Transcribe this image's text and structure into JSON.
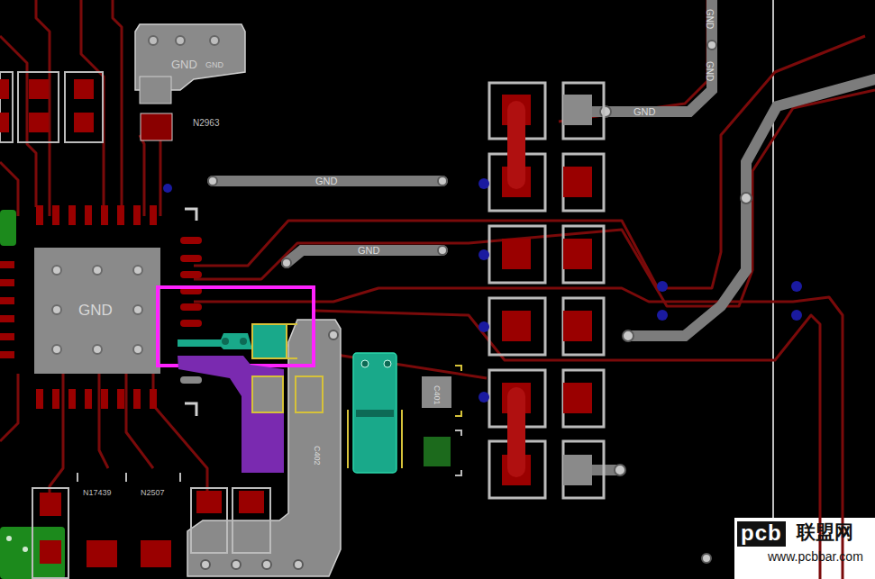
{
  "diagram": {
    "labels": [
      "GND",
      "GND",
      "N2963",
      "GND",
      "GND",
      "GND",
      "GND",
      "GND",
      "GND",
      "N17439",
      "N2507",
      "C401",
      "C402",
      "pcb",
      "联盟网",
      "www.pcbbar.com"
    ]
  }
}
